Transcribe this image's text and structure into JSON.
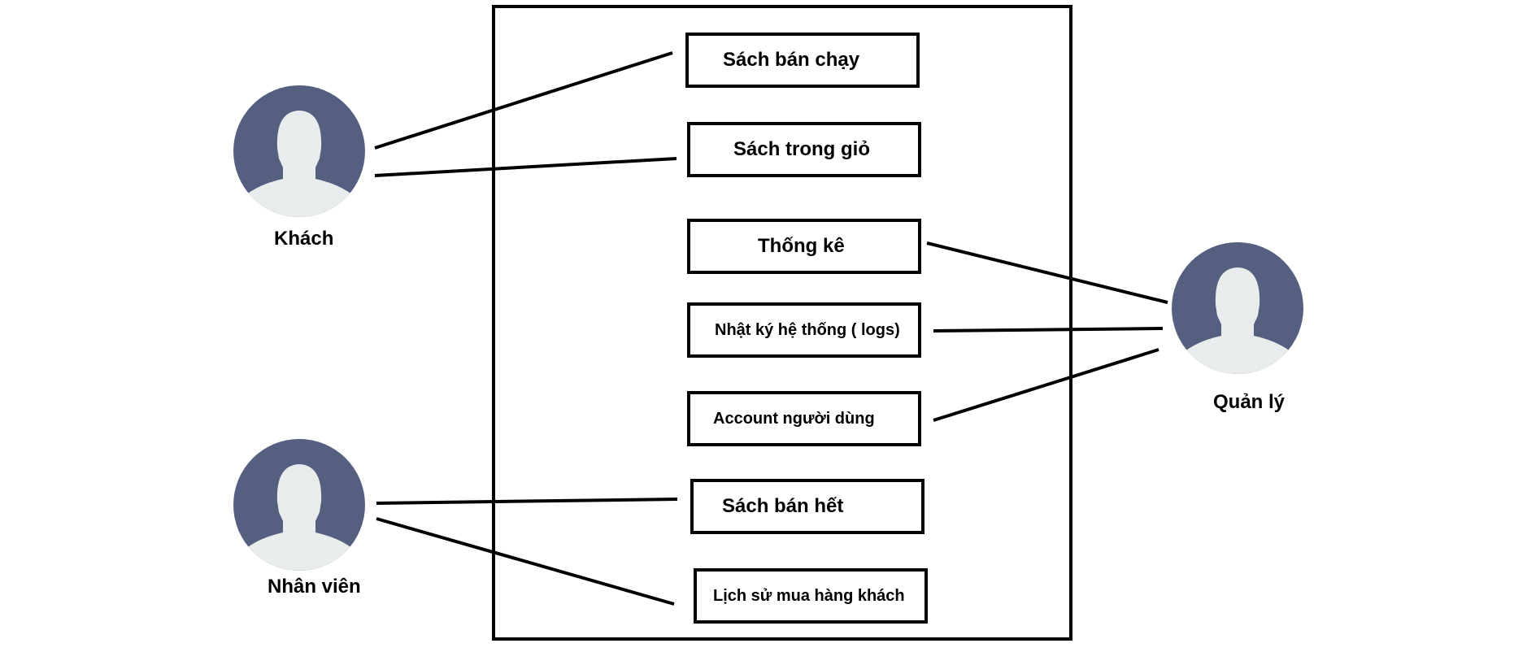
{
  "diagram": {
    "colors": {
      "actor_circle": "#556080",
      "actor_silhouette": "#E8ECEC",
      "line": "#000000",
      "background": "#FFFFFF"
    },
    "actors": [
      {
        "id": "khach",
        "label": "Khách",
        "icon": "user-avatar-icon"
      },
      {
        "id": "nhan-vien",
        "label": "Nhân viên",
        "icon": "user-avatar-icon"
      },
      {
        "id": "quan-ly",
        "label": "Quản lý",
        "icon": "user-avatar-icon"
      }
    ],
    "use_cases": [
      {
        "id": "sach-ban-chay",
        "label": "Sách bán chạy"
      },
      {
        "id": "sach-trong-gio",
        "label": "Sách trong giỏ"
      },
      {
        "id": "thong-ke",
        "label": "Thống kê"
      },
      {
        "id": "nhat-ky",
        "label": "Nhật ký hệ thống ( logs)"
      },
      {
        "id": "account",
        "label": "Account người dùng"
      },
      {
        "id": "sach-ban-het",
        "label": "Sách bán hết"
      },
      {
        "id": "lich-su",
        "label": "Lịch sử mua hàng khách"
      }
    ],
    "links": [
      {
        "from": "khach",
        "to": "sach-ban-chay"
      },
      {
        "from": "khach",
        "to": "sach-trong-gio"
      },
      {
        "from": "quan-ly",
        "to": "thong-ke"
      },
      {
        "from": "quan-ly",
        "to": "nhat-ky"
      },
      {
        "from": "quan-ly",
        "to": "account"
      },
      {
        "from": "nhan-vien",
        "to": "sach-ban-het"
      },
      {
        "from": "nhan-vien",
        "to": "lich-su"
      }
    ]
  }
}
